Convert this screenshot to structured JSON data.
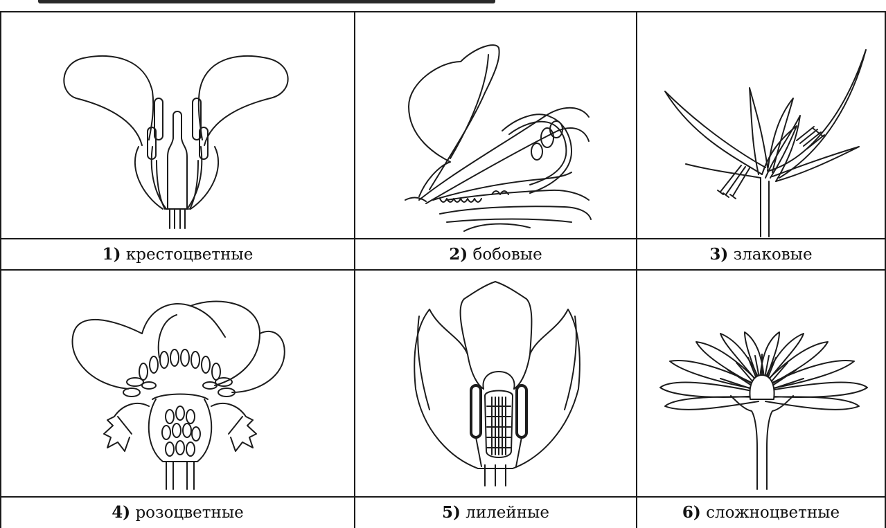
{
  "families": [
    {
      "number": "1)",
      "name": "крестоцветные",
      "icon": "cruciferous-flower-icon"
    },
    {
      "number": "2)",
      "name": "бобовые",
      "icon": "legume-flower-icon"
    },
    {
      "number": "3)",
      "name": "злаковые",
      "icon": "grass-flower-icon"
    },
    {
      "number": "4)",
      "name": "розоцветные",
      "icon": "rose-flower-icon"
    },
    {
      "number": "5)",
      "name": "лилейные",
      "icon": "lily-flower-icon"
    },
    {
      "number": "6)",
      "name": "сложноцветные",
      "icon": "composite-flower-icon"
    }
  ]
}
